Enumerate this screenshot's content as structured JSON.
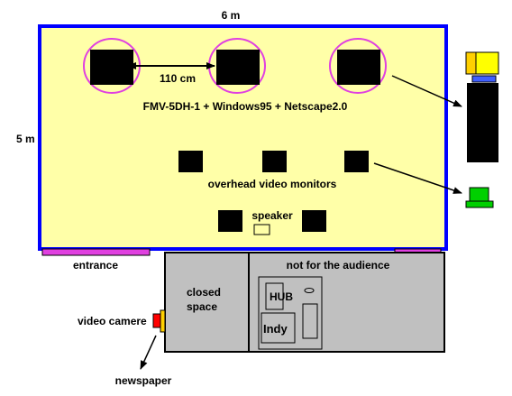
{
  "dimensions": {
    "width_label": "6 m",
    "height_label": "5 m",
    "spacing_label": "110 cm"
  },
  "room": {
    "system_caption": "FMV-5DH-1 + Windows95 + Netscape2.0",
    "monitors_caption": "overhead video monitors",
    "speaker_caption": "speaker"
  },
  "below_room": {
    "entrance": "entrance",
    "closed_space": [
      "closed",
      "space"
    ],
    "restricted_area": "not for the audience",
    "hub": "HUB",
    "indy": "Indy",
    "video_camera": "video camere",
    "newspaper": "newspaper"
  },
  "colors": {
    "room_fill": "#ffffa8",
    "room_border": "#0000ff",
    "circle_stroke": "#e040e0",
    "door_fill": "#e040e0",
    "gray_room": "#c0c0c0",
    "camera_red": "#ff0000",
    "camera_yellow": "#ffd000",
    "projector_yellow": "#ffff00",
    "laptop_green": "#00d000"
  }
}
